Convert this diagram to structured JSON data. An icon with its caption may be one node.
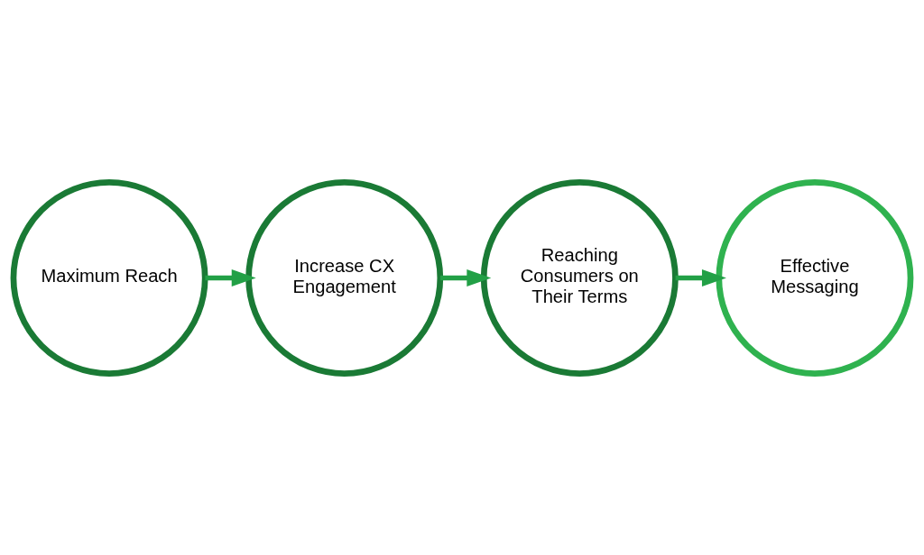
{
  "diagram": {
    "nodes": [
      {
        "text": [
          "Maximum Reach"
        ]
      },
      {
        "text": [
          "Increase CX Engagement"
        ]
      },
      {
        "text": [
          "Reaching Consumers on Their Terms"
        ]
      },
      {
        "text": [
          "Effective Messaging"
        ]
      }
    ],
    "edges": [
      {
        "from": 0,
        "to": 1,
        "arrow": "to"
      },
      {
        "from": 1,
        "to": 2,
        "arrow": "to"
      },
      {
        "from": 2,
        "to": 3,
        "arrow": "to"
      }
    ]
  }
}
